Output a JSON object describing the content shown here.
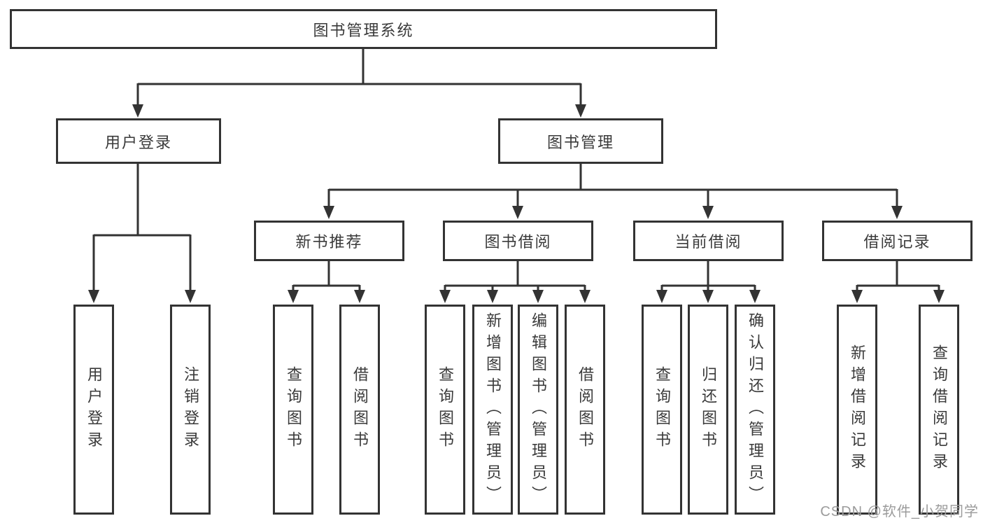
{
  "diagram": {
    "root_label": "图书管理系统",
    "login_branch": {
      "label": "用户登录",
      "children": [
        "用户登录",
        "注销登录"
      ]
    },
    "mgmt_branch": {
      "label": "图书管理",
      "categories": [
        {
          "label": "新书推荐",
          "children": [
            "查询图书",
            "借阅图书"
          ]
        },
        {
          "label": "图书借阅",
          "children": [
            "查询图书",
            "新增图书（管理员）",
            "编辑图书（管理员）",
            "借阅图书"
          ]
        },
        {
          "label": "当前借阅",
          "children": [
            "查询图书",
            "归还图书",
            "确认归还（管理员）"
          ]
        },
        {
          "label": "借阅记录",
          "children": [
            "新增借阅记录",
            "查询借阅记录"
          ]
        }
      ]
    }
  },
  "watermark": {
    "text": "CSDN @软件_小贺同学"
  },
  "colors": {
    "line": "#333333",
    "box_border": "#333333",
    "text": "#3a3a3a",
    "watermark": "#9b9b9b",
    "background": "#ffffff"
  }
}
